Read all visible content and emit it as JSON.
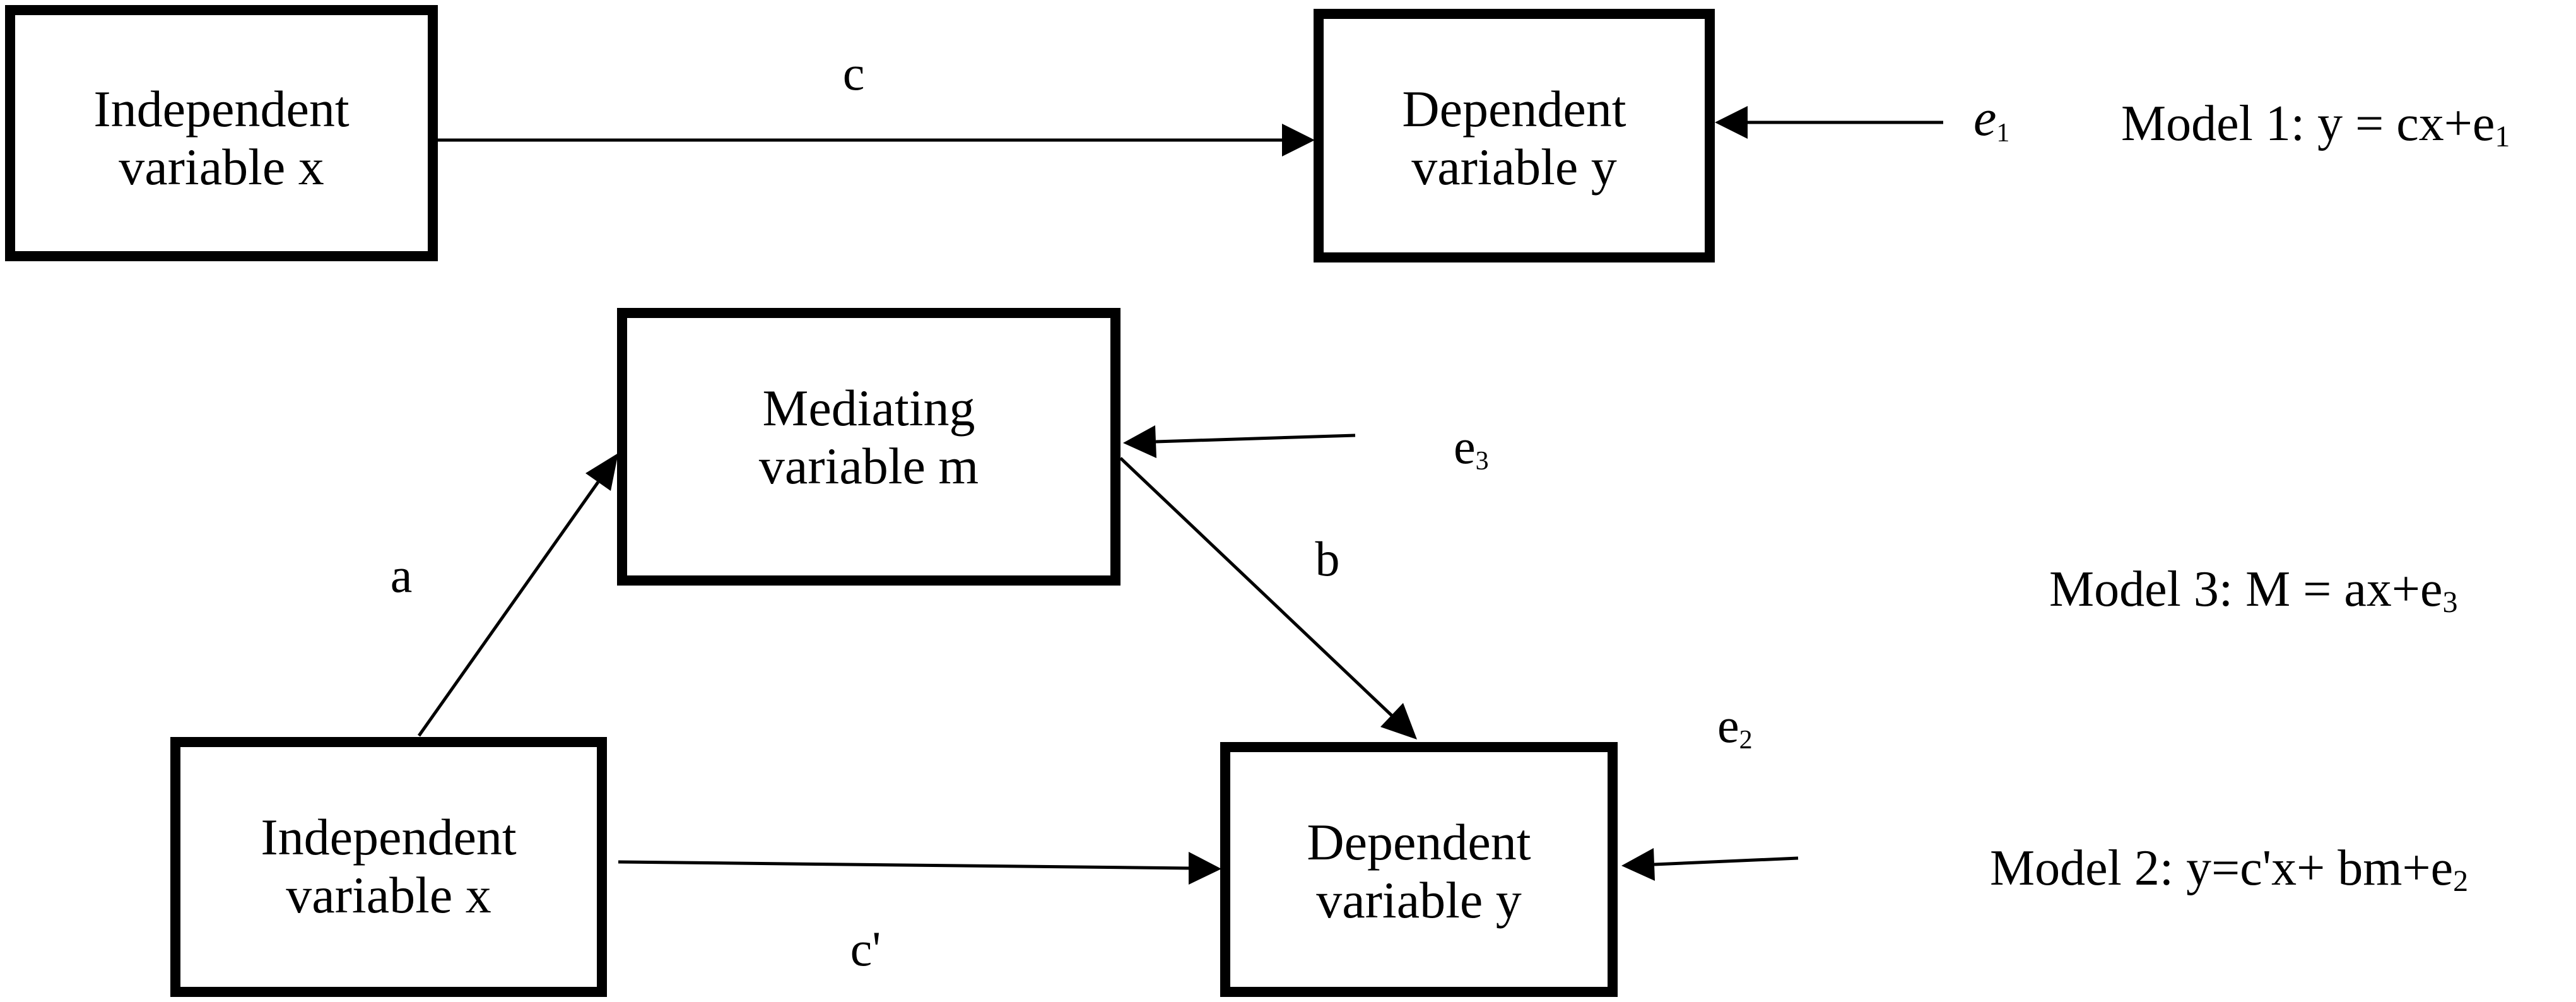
{
  "nodes": {
    "m1_x": {
      "line1": "Independent",
      "line2": "variable x"
    },
    "m1_y": {
      "line1": "Dependent",
      "line2": "variable y"
    },
    "m_m": {
      "line1": "Mediating",
      "line2": "variable m"
    },
    "m2_x": {
      "line1": "Independent",
      "line2": "variable x"
    },
    "m2_y": {
      "line1": "Dependent",
      "line2": "variable y"
    }
  },
  "paths": {
    "c": "c",
    "a": "a",
    "b": "b",
    "c_prime": "c'"
  },
  "errors": {
    "e1": {
      "base": "e",
      "sub": "1"
    },
    "e3": {
      "base": "e",
      "sub": "3"
    },
    "e2": {
      "base": "e",
      "sub": "2"
    }
  },
  "models": {
    "model1": {
      "text": "Model 1: y = cx+e",
      "sub": "1"
    },
    "model3": {
      "text": "Model 3: M = ax+e",
      "sub": "3"
    },
    "model2": {
      "text": "Model 2: y=c'x+ bm+e",
      "sub": "2"
    }
  }
}
